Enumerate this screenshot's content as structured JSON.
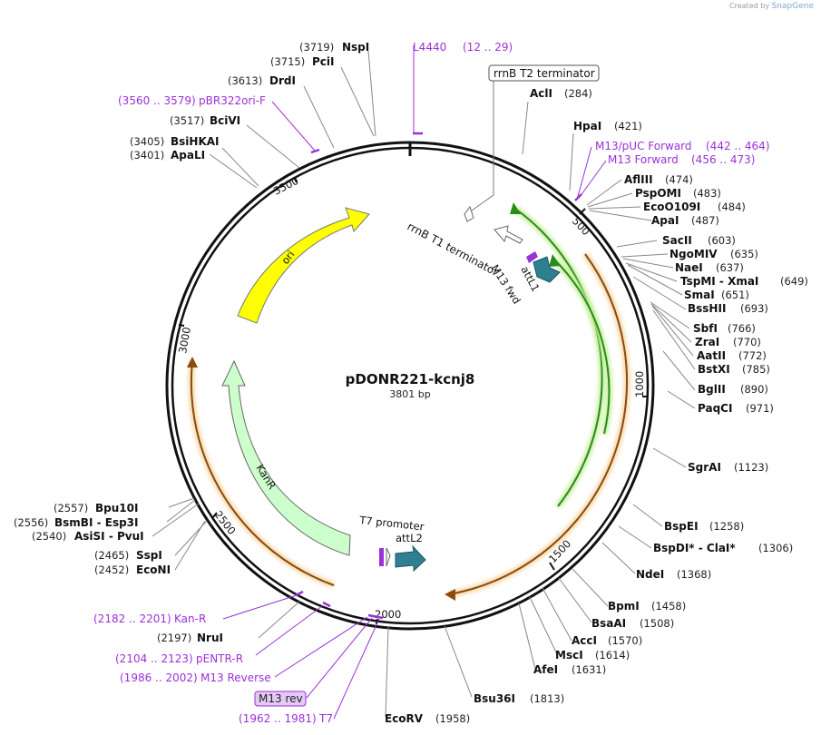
{
  "watermark": {
    "prefix": "Created by",
    "brand": "SnapGene"
  },
  "plasmid": {
    "name": "pDONR221-kcnj8",
    "length_label": "3801 bp",
    "length": 3801
  },
  "ticks": [
    "500",
    "1000",
    "1500",
    "2000",
    "2500",
    "3000",
    "3500"
  ],
  "sites": [
    {
      "name": "NspI",
      "pos": "(3719)"
    },
    {
      "name": "PciI",
      "pos": "(3715)"
    },
    {
      "name": "DrdI",
      "pos": "(3613)"
    },
    {
      "name": "BciVI",
      "pos": "(3517)"
    },
    {
      "name": "BsiHKAI",
      "pos": "(3405)"
    },
    {
      "name": "ApaLI",
      "pos": "(3401)"
    },
    {
      "name": "AclI",
      "pos": "(284)"
    },
    {
      "name": "HpaI",
      "pos": "(421)"
    },
    {
      "name": "AflIII",
      "pos": "(474)"
    },
    {
      "name": "PspOMI",
      "pos": "(483)"
    },
    {
      "name": "EcoO109I",
      "pos": "(484)"
    },
    {
      "name": "ApaI",
      "pos": "(487)"
    },
    {
      "name": "SacII",
      "pos": "(603)"
    },
    {
      "name": "NgoMIV",
      "pos": "(635)"
    },
    {
      "name": "NaeI",
      "pos": "(637)"
    },
    {
      "name": "TspMI - XmaI",
      "pos": "(649)"
    },
    {
      "name": "SmaI",
      "pos": "(651)"
    },
    {
      "name": "BssHII",
      "pos": "(693)"
    },
    {
      "name": "SbfI",
      "pos": "(766)"
    },
    {
      "name": "ZraI",
      "pos": "(770)"
    },
    {
      "name": "AatII",
      "pos": "(772)"
    },
    {
      "name": "BstXI",
      "pos": "(785)"
    },
    {
      "name": "BglII",
      "pos": "(890)"
    },
    {
      "name": "PaqCI",
      "pos": "(971)"
    },
    {
      "name": "SgrAI",
      "pos": "(1123)"
    },
    {
      "name": "BspEI",
      "pos": "(1258)"
    },
    {
      "name": "BspDI* - ClaI*",
      "pos": "(1306)"
    },
    {
      "name": "NdeI",
      "pos": "(1368)"
    },
    {
      "name": "BpmI",
      "pos": "(1458)"
    },
    {
      "name": "BsaAI",
      "pos": "(1508)"
    },
    {
      "name": "AccI",
      "pos": "(1570)"
    },
    {
      "name": "MscI",
      "pos": "(1614)"
    },
    {
      "name": "AfeI",
      "pos": "(1631)"
    },
    {
      "name": "Bsu36I",
      "pos": "(1813)"
    },
    {
      "name": "EcoRV",
      "pos": "(1958)"
    },
    {
      "name": "NruI",
      "pos": "(2197)"
    },
    {
      "name": "SspI",
      "pos": "(2465)"
    },
    {
      "name": "EcoNI",
      "pos": "(2452)"
    },
    {
      "name": "AsiSI - PvuI",
      "pos": "(2540)"
    },
    {
      "name": "BsmBI - Esp3I",
      "pos": "(2556)"
    },
    {
      "name": "Bpu10I",
      "pos": "(2557)"
    }
  ],
  "primers": [
    {
      "name": "L4440",
      "range": "(12 .. 29)"
    },
    {
      "name": "pBR322ori-F",
      "range": "(3560 .. 3579)"
    },
    {
      "name": "M13/pUC Forward",
      "range": "(442 .. 464)"
    },
    {
      "name": "M13 Forward",
      "range": "(456 .. 473)"
    },
    {
      "name": "Kan-R",
      "range": "(2182 .. 2201)"
    },
    {
      "name": "pENTR-R",
      "range": "(2104 .. 2123)"
    },
    {
      "name": "M13 Reverse",
      "range": "(1986 .. 2002)"
    },
    {
      "name": "T7",
      "range": "(1962 .. 1981)"
    }
  ],
  "highlight_primer": "M13 rev",
  "terminators": {
    "t2": "rrnB T2 terminator",
    "t1": "rrnB T1 terminator"
  },
  "features": {
    "ori": "ori",
    "kanr": "KanR",
    "attl1": "attL1",
    "m13fwd": "M13 fwd",
    "t7promoter": "T7 promoter",
    "attl2": "attL2"
  },
  "colors": {
    "ori": "#ffff00",
    "kanr": "#ccffcc",
    "cds_green": "#2b8b1a",
    "cds_orange": "#cf8a34",
    "att": "#2e8090",
    "primer": "#9b30d9",
    "ring": "#111111"
  }
}
